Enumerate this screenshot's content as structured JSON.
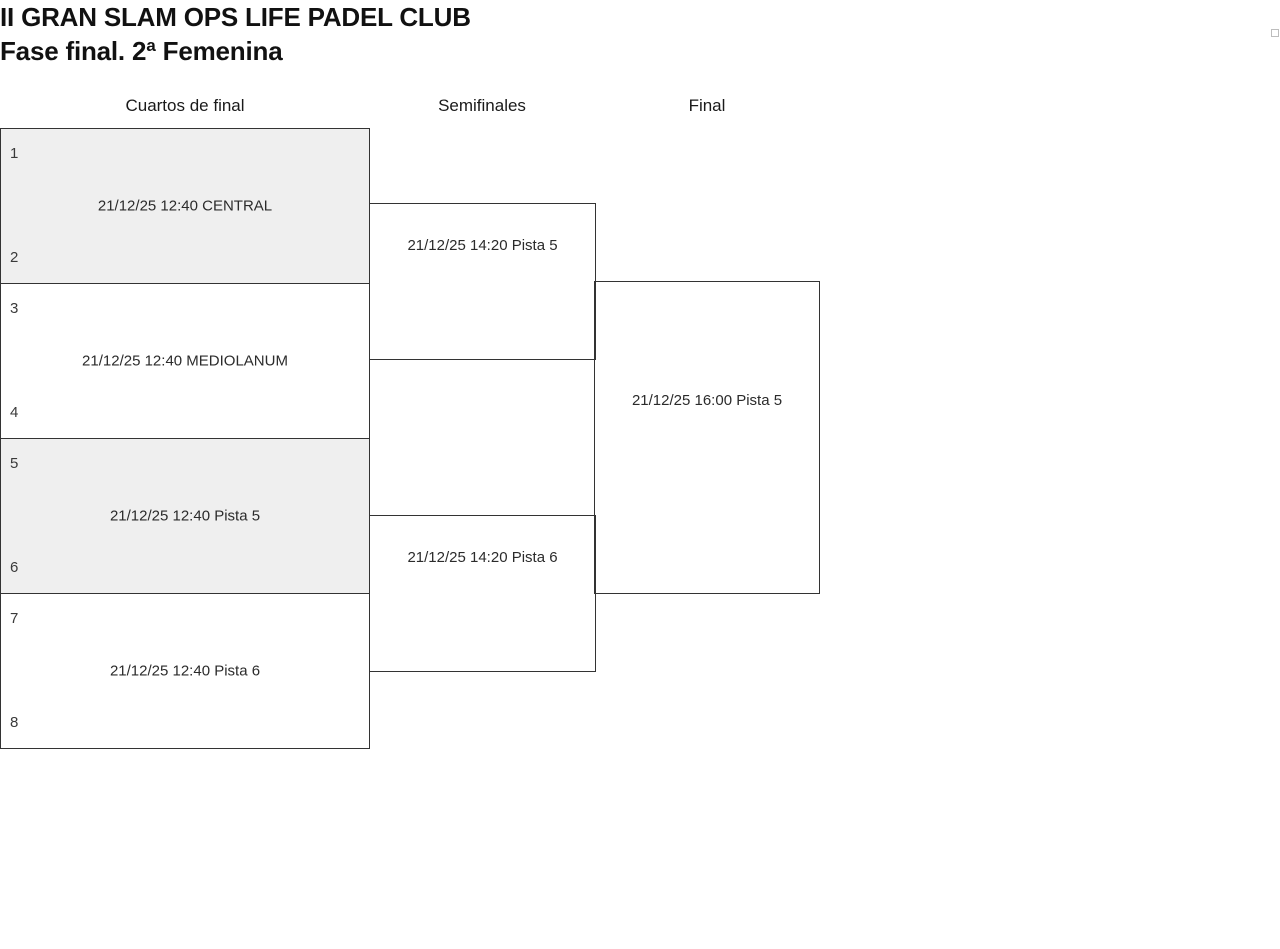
{
  "tournament": {
    "title": "II GRAN SLAM OPS LIFE PADEL CLUB",
    "subtitle": "Fase final. 2ª Femenina"
  },
  "rounds": {
    "quarterfinals_label": "Cuartos de final",
    "semifinals_label": "Semifinales",
    "final_label": "Final"
  },
  "colors": {
    "shaded_row": "#efefef",
    "border": "#333333",
    "text": "#1a1a1a",
    "background": "#ffffff"
  },
  "bracket": {
    "quarterfinals": [
      {
        "seed_top": "1",
        "seed_bottom": "2",
        "label": "21/12/25 12:40 CENTRAL",
        "shaded": true
      },
      {
        "seed_top": "3",
        "seed_bottom": "4",
        "label": "21/12/25 12:40 MEDIOLANUM",
        "shaded": false
      },
      {
        "seed_top": "5",
        "seed_bottom": "6",
        "label": "21/12/25 12:40 Pista 5",
        "shaded": true
      },
      {
        "seed_top": "7",
        "seed_bottom": "8",
        "label": "21/12/25 12:40 Pista 6",
        "shaded": false
      }
    ],
    "semifinals": [
      {
        "label": "21/12/25 14:20 Pista 5"
      },
      {
        "label": "21/12/25 14:20 Pista 6"
      }
    ],
    "final": {
      "label": "21/12/25 16:00 Pista 5"
    }
  }
}
